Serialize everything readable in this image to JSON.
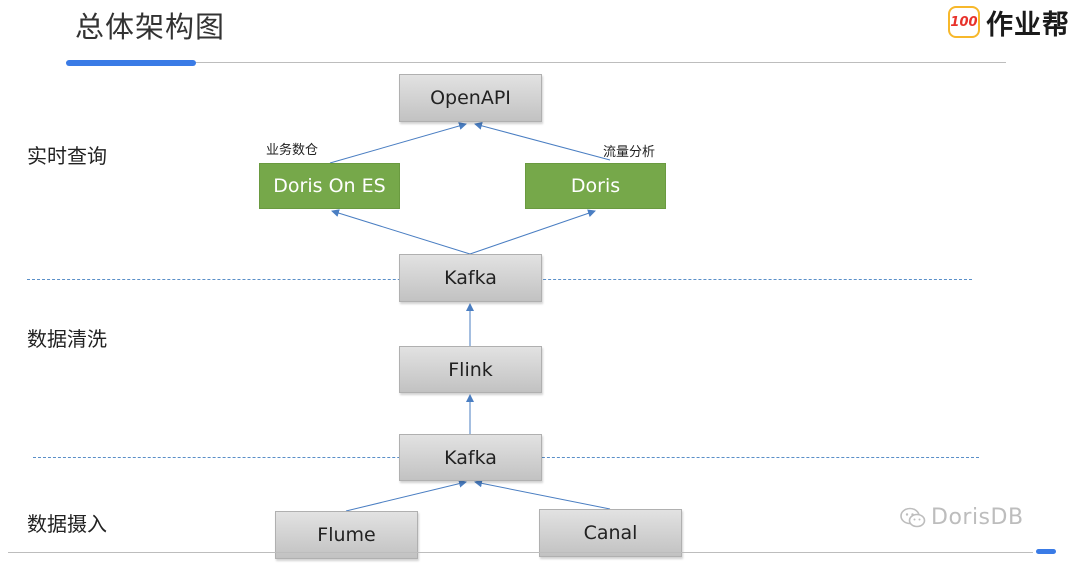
{
  "header": {
    "title": "总体架构图",
    "logo_badge": "100",
    "logo_text": "作业帮"
  },
  "sections": {
    "realtime_query": "实时查询",
    "data_cleaning": "数据清洗",
    "data_ingestion": "数据摄入"
  },
  "labels": {
    "business_warehouse": "业务数仓",
    "traffic_analysis": "流量分析"
  },
  "nodes": {
    "openapi": "OpenAPI",
    "doris_on_es": "Doris On ES",
    "doris": "Doris",
    "kafka_top": "Kafka",
    "flink": "Flink",
    "kafka_bottom": "Kafka",
    "flume": "Flume",
    "canal": "Canal"
  },
  "watermark": "DorisDB",
  "colors": {
    "accent": "#3a7be6",
    "node_gray": "#d0d0d0",
    "node_green": "#76a84a",
    "arrow": "#4a7ec2",
    "divider": "#5a8fc8"
  }
}
